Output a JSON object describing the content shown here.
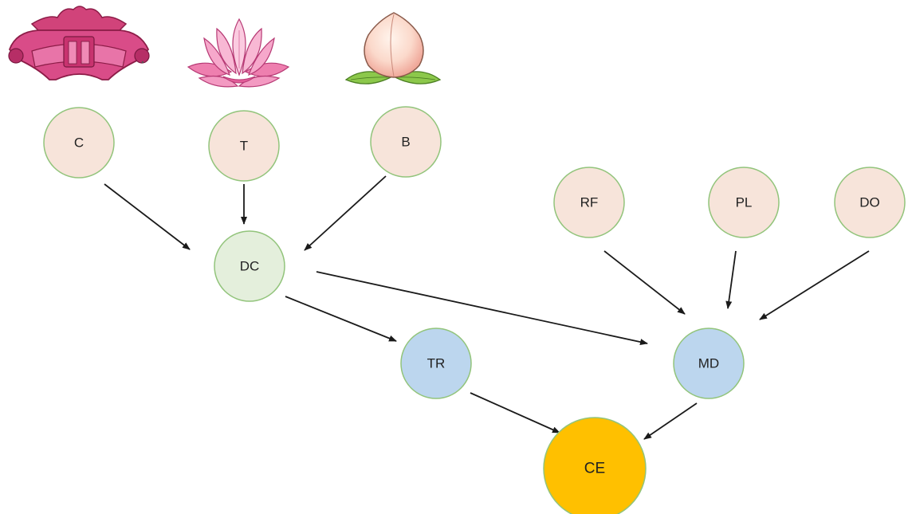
{
  "colors": {
    "pink_fill": "#F7E4DA",
    "green_fill": "#E4EFDC",
    "blue_fill": "#BCD6EE",
    "gold_fill": "#FFC000",
    "node_stroke": "#92C47B",
    "arrow": "#1A1A1A"
  },
  "icons": [
    "archway-icon",
    "lotus-icon",
    "peach-icon"
  ],
  "nodes": {
    "C": {
      "label": "C",
      "fill": "pink_fill"
    },
    "T": {
      "label": "T",
      "fill": "pink_fill"
    },
    "B": {
      "label": "B",
      "fill": "pink_fill"
    },
    "RF": {
      "label": "RF",
      "fill": "pink_fill"
    },
    "PL": {
      "label": "PL",
      "fill": "pink_fill"
    },
    "DO": {
      "label": "DO",
      "fill": "pink_fill"
    },
    "DC": {
      "label": "DC",
      "fill": "green_fill"
    },
    "TR": {
      "label": "TR",
      "fill": "blue_fill"
    },
    "MD": {
      "label": "MD",
      "fill": "blue_fill"
    },
    "CE": {
      "label": "CE",
      "fill": "gold_fill"
    }
  },
  "edges": [
    {
      "from": "C",
      "to": "DC"
    },
    {
      "from": "T",
      "to": "DC"
    },
    {
      "from": "B",
      "to": "DC"
    },
    {
      "from": "DC",
      "to": "TR"
    },
    {
      "from": "DC",
      "to": "MD"
    },
    {
      "from": "RF",
      "to": "MD"
    },
    {
      "from": "PL",
      "to": "MD"
    },
    {
      "from": "DO",
      "to": "MD"
    },
    {
      "from": "TR",
      "to": "CE"
    },
    {
      "from": "MD",
      "to": "CE"
    }
  ]
}
